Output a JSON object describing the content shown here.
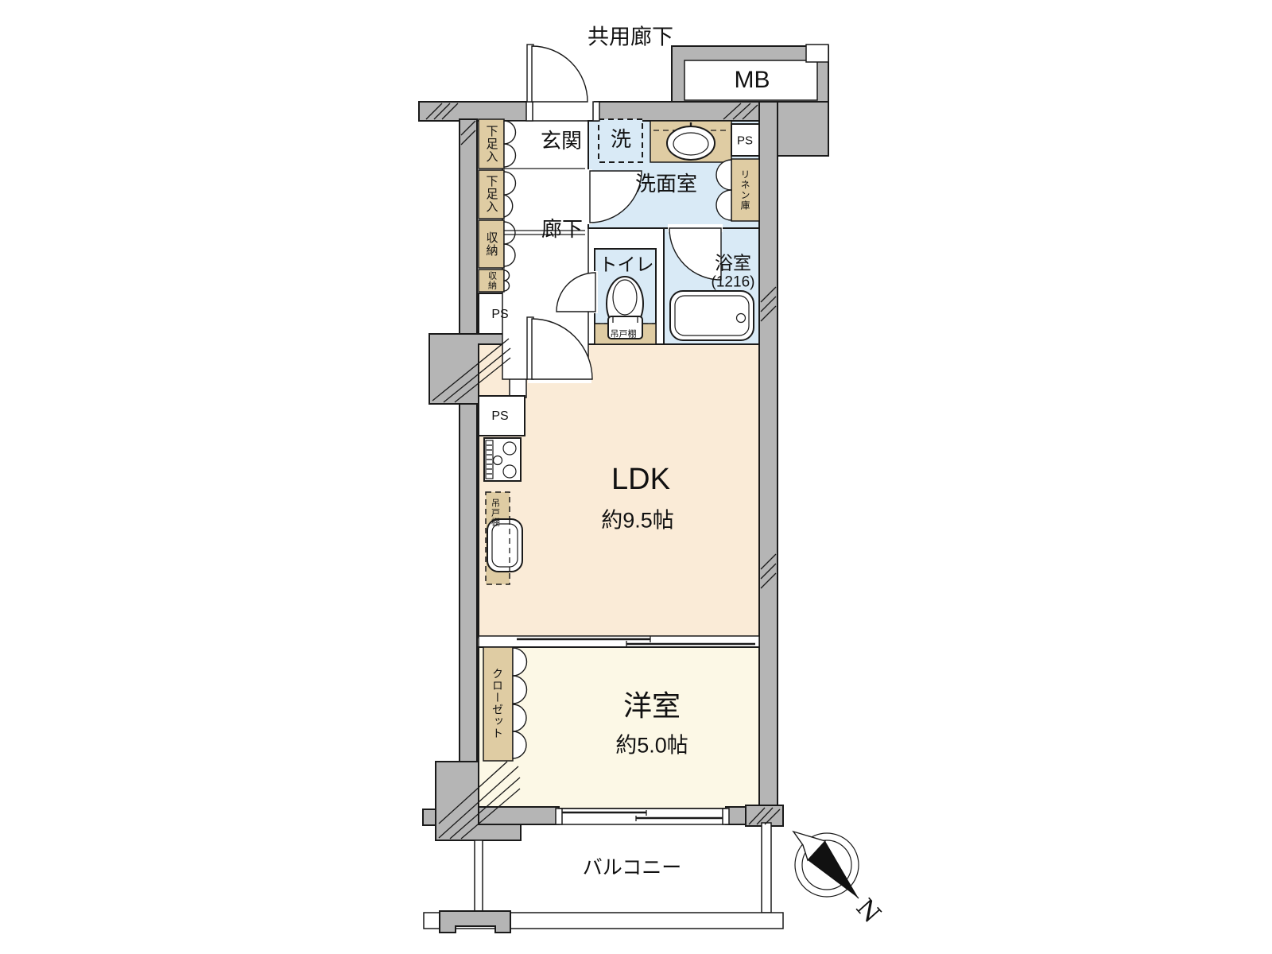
{
  "labels": {
    "common_corridor": "共用廊下",
    "meter_box": "MB",
    "entrance": "玄関",
    "laundry": "洗",
    "washroom": "洗面室",
    "ps_washroom": "PS",
    "linen_closet": "リネン庫",
    "hallway": "廊下",
    "toilet": "トイレ",
    "toilet_shelf": "吊戸棚",
    "bathroom": "浴室",
    "bathroom_size": "(1216)",
    "shoe_cabinet_1": "下足入",
    "shoe_cabinet_2": "下足入",
    "storage_1": "収納",
    "storage_2": "収納",
    "ps_upper": "PS",
    "ps_lower": "PS",
    "kitchen_shelf": "吊戸棚",
    "ldk": "LDK",
    "ldk_size": "約9.5帖",
    "closet": "クローゼット",
    "western_room": "洋室",
    "western_room_size": "約5.0帖",
    "balcony": "バルコニー",
    "north": "N"
  },
  "colors": {
    "wall_gray": "#b5b5b5",
    "ldk_floor": "#faebd7",
    "western_floor": "#fcf8e6",
    "wet_area_blue": "#d9eaf6",
    "storage_tan": "#dfcca3",
    "line": "#1a1a1a"
  }
}
